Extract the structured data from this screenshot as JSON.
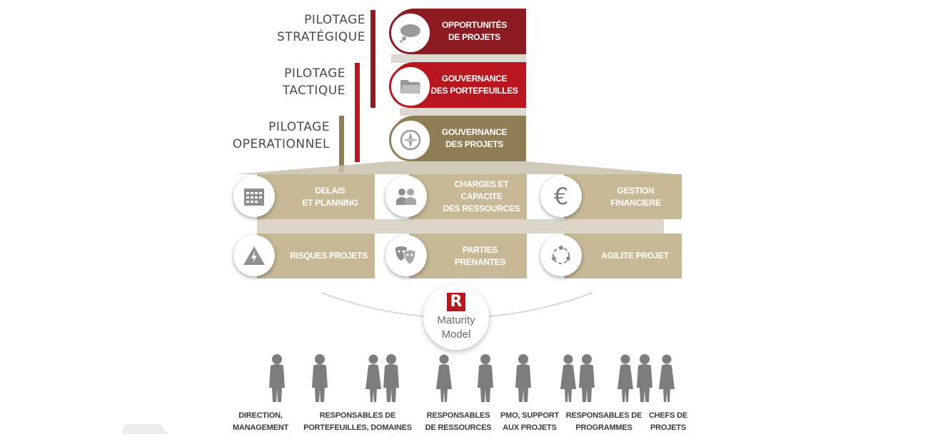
{
  "colors": {
    "dark_red": "#8c1b22",
    "red": "#b8171f",
    "olive": "#8f7d56",
    "tan": "#c7b896",
    "label_gray": "#4a4a4a",
    "person_gray": "#7d7d7d"
  },
  "levels": [
    {
      "label": "PILOTAGE\nSTRATÉGIQUE",
      "color": "#8c1b22"
    },
    {
      "label": "PILOTAGE\nTACTIQUE",
      "color": "#b8171f"
    },
    {
      "label": "PILOTAGE\nOPERATIONNEL",
      "color": "#8f7d56"
    }
  ],
  "top_cards": [
    {
      "label": "OPPORTUNITÉS\nDE PROJETS",
      "icon": "thought-cloud-icon",
      "color": "#8c1b22"
    },
    {
      "label": "GOUVERNANCE\nDES PORTEFEUILLES",
      "icon": "folder-icon",
      "color": "#b8171f"
    },
    {
      "label": "GOUVERNANCE\nDES PROJETS",
      "icon": "compass-icon",
      "color": "#8f7d56"
    }
  ],
  "modules": [
    {
      "label": "DELAIS\nET PLANNING",
      "icon": "calendar-icon"
    },
    {
      "label": "CHARGES ET\nCAPACITE\nDES RESSOURCES",
      "icon": "people-icon"
    },
    {
      "label": "GESTION\nFINANCIERE",
      "icon": "euro-icon"
    },
    {
      "label": "RISQUES PROJETS",
      "icon": "warning-icon"
    },
    {
      "label": "PARTIES\nPRENANTES",
      "icon": "theatre-masks-icon"
    },
    {
      "label": "AGILITE PROJET",
      "icon": "cycle-icon"
    }
  ],
  "maturity": {
    "logo_letter": "R",
    "label": "Maturity\nModel"
  },
  "audiences": [
    {
      "label": "DIRECTION,\nMANAGEMENT"
    },
    {
      "label": "RESPONSABLES DE\nPORTEFEUILLES, DOMAINES"
    },
    {
      "label": "RESPONSABLES\nDE RESSOURCES"
    },
    {
      "label": "PMO, SUPPORT\nAUX PROJETS"
    },
    {
      "label": "RESPONSABLES DE\nPROGRAMMES"
    },
    {
      "label": "CHEFS DE\nPROJETS"
    }
  ]
}
